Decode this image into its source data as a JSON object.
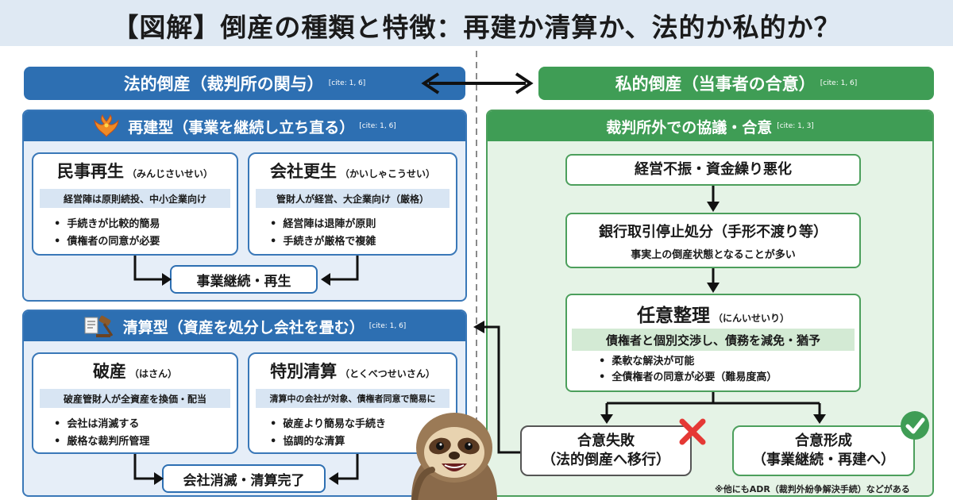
{
  "title": "【図解】倒産の種類と特徴：再建か清算か、法的か私的か？",
  "legal": {
    "header": "法的倒産（裁判所の関与）",
    "header_cite": "[cite: 1, 6]",
    "rebuild": {
      "header": "再建型（事業を継続し立ち直る）",
      "cite": "[cite: 1, 6]",
      "cards": [
        {
          "name": "民事再生",
          "reading": "（みんじさいせい）",
          "band": "経営陣は原則続投、中小企業向け",
          "bullets": [
            "手続きが比較的簡易",
            "債権者の同意が必要"
          ]
        },
        {
          "name": "会社更生",
          "reading": "（かいしゃこうせい）",
          "band": "管財人が経営、大企業向け（厳格）",
          "bullets": [
            "経営陣は退陣が原則",
            "手続きが厳格で複雑"
          ]
        }
      ],
      "result": "事業継続・再生"
    },
    "liquidation": {
      "header": "清算型（資産を処分し会社を畳む）",
      "cite": "[cite: 1, 6]",
      "cards": [
        {
          "name": "破産",
          "reading": "（はさん）",
          "band": "破産管財人が全資産を換価・配当",
          "bullets": [
            "会社は消滅する",
            "厳格な裁判所管理"
          ]
        },
        {
          "name": "特別清算",
          "reading": "（とくべつせいさん）",
          "band": "清算中の会社が対象、債権者同意で簡易に",
          "bullets": [
            "破産より簡易な手続き",
            "協調的な清算"
          ]
        }
      ],
      "result": "会社消滅・清算完了"
    }
  },
  "private": {
    "header": "私的倒産（当事者の合意）",
    "header_cite": "[cite: 1, 6]",
    "panel_header": "裁判所外での協議・合意",
    "panel_cite": "[cite: 1, 3]",
    "step1": "経営不振・資金繰り悪化",
    "step2": {
      "title": "銀行取引停止処分（手形不渡り等）",
      "sub": "事実上の倒産状態となることが多い"
    },
    "step3": {
      "name": "任意整理",
      "reading": "（にんいせいり）",
      "band": "債権者と個別交渉し、債務を減免・猶予",
      "bullets": [
        "柔軟な解決が可能",
        "全債権者の同意が必要（難易度高）"
      ]
    },
    "fail": {
      "line1": "合意失敗",
      "line2": "（法的倒産へ移行）"
    },
    "success": {
      "line1": "合意形成",
      "line2": "（事業継続・再建へ）"
    },
    "note": "※他にもADR（裁判外紛争解決手続）などがある"
  },
  "colors": {
    "legal_blue": "#2d6fb2",
    "private_green": "#3f9d55",
    "fail_red": "#e53935",
    "ok_green": "#3f9d55"
  }
}
